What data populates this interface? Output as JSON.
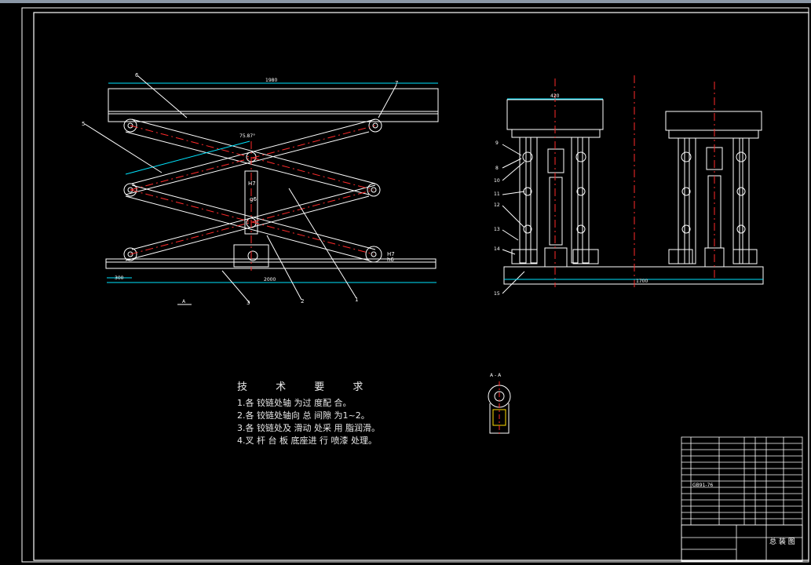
{
  "drawing": {
    "background": "#000000",
    "line_color": "#ffffff",
    "centerline_color": "#ff2a2a",
    "dimension_color": "#00e5ff"
  },
  "front_view": {
    "callouts": [
      "6",
      "7",
      "5",
      "3",
      "2",
      "1"
    ],
    "dims": {
      "top_length": "1980",
      "bottom_length": "2000",
      "left_offset": "300",
      "fit_top": "H7",
      "fit_top_b": "g6",
      "fit_bottom": "H7",
      "fit_bottom_b": "h6",
      "angle": "75.87°"
    },
    "view_label": "A"
  },
  "side_view": {
    "callouts": [
      "9",
      "8",
      "10",
      "11",
      "12",
      "13",
      "14",
      "15"
    ],
    "dims": {
      "width_top": "420",
      "base_width": "1700"
    }
  },
  "section_view": {
    "label": "A - A"
  },
  "tech_notes": {
    "title": "技 术 要 求",
    "items": [
      "1.各 铰链处轴 为过 度配 合。",
      "2.各 铰链处轴向 总 间隙 为1~2。",
      "3.各 铰链处及 滑动 处采 用 脂润滑。",
      "4.叉 杆 台 板 底座进 行 喷漆 处理。"
    ]
  },
  "title_block": {
    "drawing_name": "总 装 图",
    "part_code": "GB91-76"
  }
}
